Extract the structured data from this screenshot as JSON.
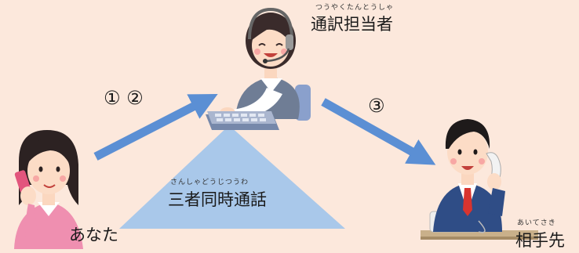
{
  "steps": {
    "one_two": "① ②",
    "three": "③"
  },
  "interpreter": {
    "label": "通訳担当者",
    "reading": "つうやくたんとうしゃ"
  },
  "you": {
    "label": "あなた"
  },
  "partner": {
    "label": "相手先",
    "reading": "あいてさき"
  },
  "conference": {
    "label": "三者同時通話",
    "reading": "さんしゃどうじつうわ"
  },
  "colors": {
    "background": "#fce8dc",
    "arrow": "#5b8fd4",
    "triangle": "#a9c8ea",
    "you_shirt": "#ef8fb0",
    "operator_vest": "#6f7d95",
    "partner_suit": "#2f4d86",
    "partner_tie": "#d8342f"
  },
  "icons": {
    "you": "woman-on-phone-icon",
    "interpreter": "headset-operator-icon",
    "partner": "businessman-on-phone-icon"
  }
}
